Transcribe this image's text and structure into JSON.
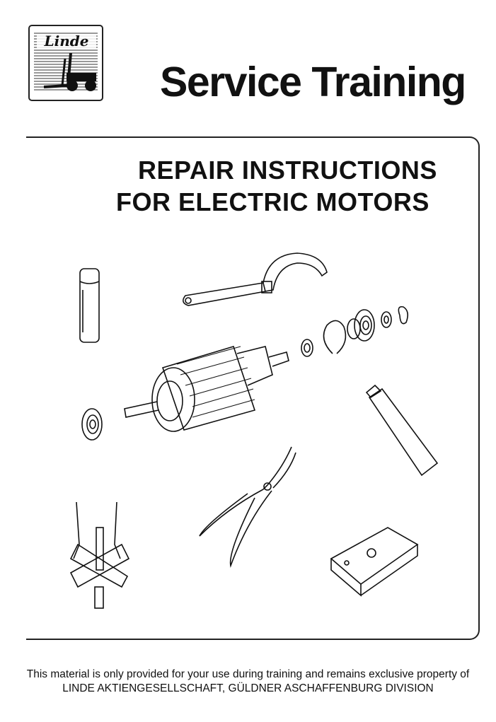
{
  "logo": {
    "brand": "Linde"
  },
  "header": {
    "title": "Service Training"
  },
  "cover": {
    "heading_line1": "REPAIR INSTRUCTIONS",
    "heading_line2": "FOR ELECTRIC MOTORS"
  },
  "footer": {
    "line1": "This material is only provided for your use during training and remains exclusive property of",
    "line2": "LINDE AKTIENGESELLSCHAFT, GÜLDNER ASCHAFFENBURG DIVISION"
  }
}
